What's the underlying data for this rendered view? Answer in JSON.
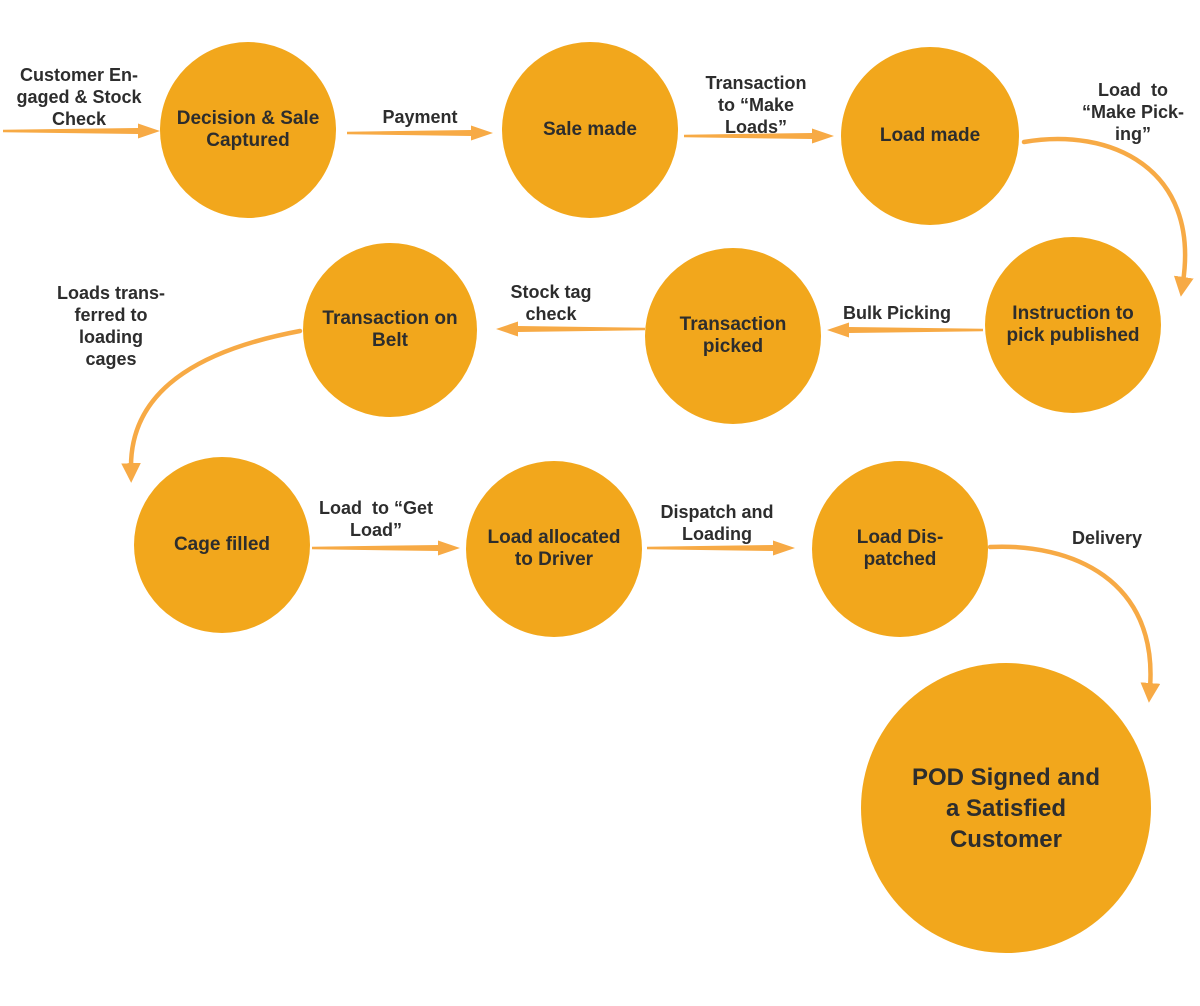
{
  "palette": {
    "node_fill": "#F2A71C",
    "arrow": "#F7AA45",
    "text": "#2D2D2D",
    "background": "#FFFFFF"
  },
  "nodes": [
    {
      "id": "decision-sale-captured",
      "label": "Decision & Sale\nCaptured"
    },
    {
      "id": "sale-made",
      "label": "Sale made"
    },
    {
      "id": "load-made",
      "label": "Load made"
    },
    {
      "id": "instruction-to-pick-published",
      "label": "Instruction to\npick published"
    },
    {
      "id": "transaction-picked",
      "label": "Transaction\npicked"
    },
    {
      "id": "transaction-on-belt",
      "label": "Transaction on\nBelt"
    },
    {
      "id": "cage-filled",
      "label": "Cage filled"
    },
    {
      "id": "load-allocated-to-driver",
      "label": "Load allocated\nto Driver"
    },
    {
      "id": "load-dispatched",
      "label": "Load Dis-\npatched"
    },
    {
      "id": "pod-signed-satisfied-customer",
      "label": "POD Signed and\na Satisfied\nCustomer"
    }
  ],
  "edge_labels": [
    {
      "id": "customer-engaged-stock-check",
      "label": "Customer En-\ngaged & Stock\nCheck"
    },
    {
      "id": "payment",
      "label": "Payment"
    },
    {
      "id": "transaction-to-make-loads",
      "label": "Transaction\nto “Make\nLoads”"
    },
    {
      "id": "load-to-make-picking",
      "label": "Load  to\n“Make Pick-\ning”"
    },
    {
      "id": "bulk-picking",
      "label": "Bulk Picking"
    },
    {
      "id": "stock-tag-check",
      "label": "Stock tag\ncheck"
    },
    {
      "id": "loads-transferred-to-loading-cages",
      "label": "Loads trans-\nferred to\nloading\ncages"
    },
    {
      "id": "load-to-get-load",
      "label": "Load  to “Get\nLoad”"
    },
    {
      "id": "dispatch-and-loading",
      "label": "Dispatch and\nLoading"
    },
    {
      "id": "delivery",
      "label": "Delivery"
    }
  ]
}
